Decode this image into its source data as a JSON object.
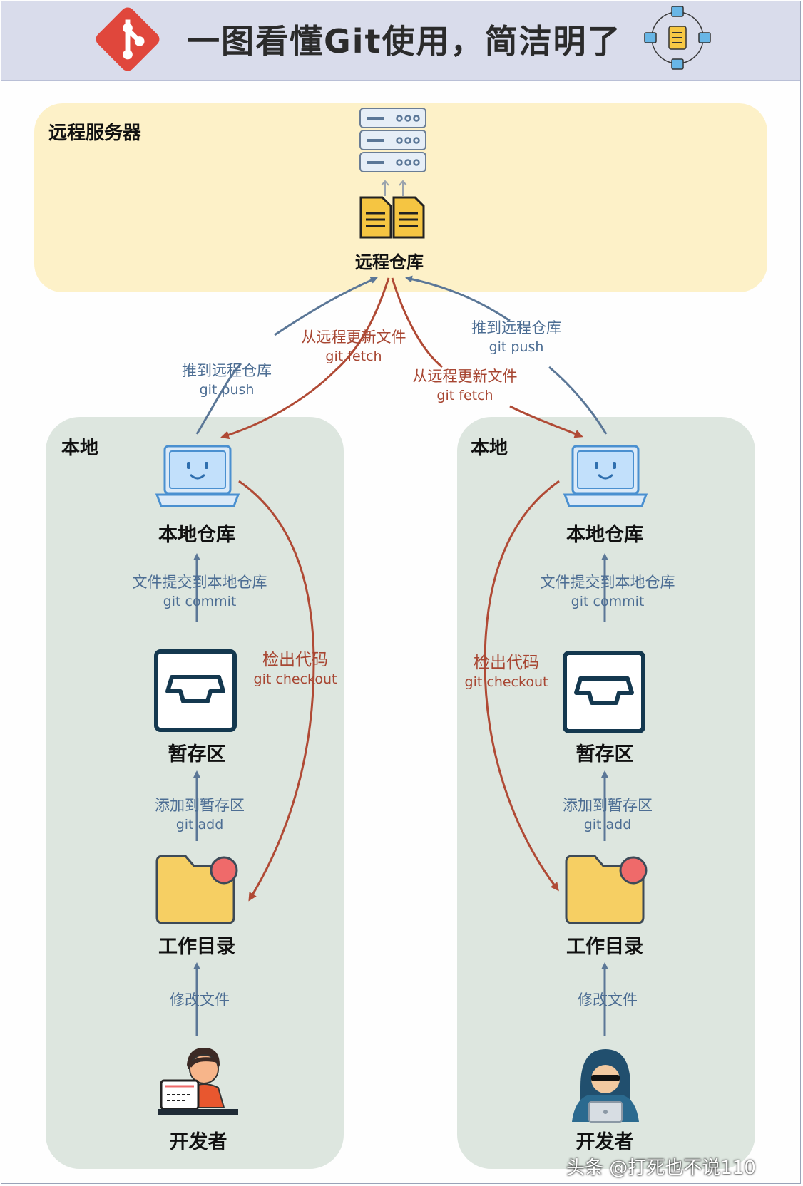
{
  "header": {
    "title": "一图看懂Git使用，简洁明了"
  },
  "remote": {
    "zone_label": "远程服务器",
    "repo_label": "远程仓库"
  },
  "left": {
    "zone_label": "本地",
    "local_repo": "本地仓库",
    "staging": "暂存区",
    "workdir": "工作目录",
    "developer": "开发者",
    "push": {
      "zh": "推到远程仓库",
      "cmd": "git push"
    },
    "fetch": {
      "zh": "从远程更新文件",
      "cmd": "git fetch"
    },
    "commit": {
      "zh": "文件提交到本地仓库",
      "cmd": "git commit"
    },
    "checkout": {
      "zh": "检出代码",
      "cmd": "git checkout"
    },
    "add": {
      "zh": "添加到暂存区",
      "cmd": "git add"
    },
    "modify": {
      "zh": "修改文件"
    }
  },
  "right": {
    "zone_label": "本地",
    "local_repo": "本地仓库",
    "staging": "暂存区",
    "workdir": "工作目录",
    "developer": "开发者",
    "push": {
      "zh": "推到远程仓库",
      "cmd": "git push"
    },
    "fetch": {
      "zh": "从远程更新文件",
      "cmd": "git fetch"
    },
    "commit": {
      "zh": "文件提交到本地仓库",
      "cmd": "git commit"
    },
    "checkout": {
      "zh": "检出代码",
      "cmd": "git checkout"
    },
    "add": {
      "zh": "添加到暂存区",
      "cmd": "git add"
    },
    "modify": {
      "zh": "修改文件"
    }
  },
  "watermark": "头条 @打死也不说110",
  "colors": {
    "push_arrow": "#5b7797",
    "fetch_arrow": "#b04a35",
    "remote_zone": "#fdf1c8",
    "local_zone": "#dde6df",
    "git_logo": "#e0473c",
    "folder": "#f6cf63"
  },
  "icons": [
    "git-logo-icon",
    "structure-diagram-icon",
    "server-icon",
    "documents-icon",
    "laptop-icon",
    "inbox-icon",
    "folder-icon",
    "developer-icon",
    "hacker-icon"
  ]
}
